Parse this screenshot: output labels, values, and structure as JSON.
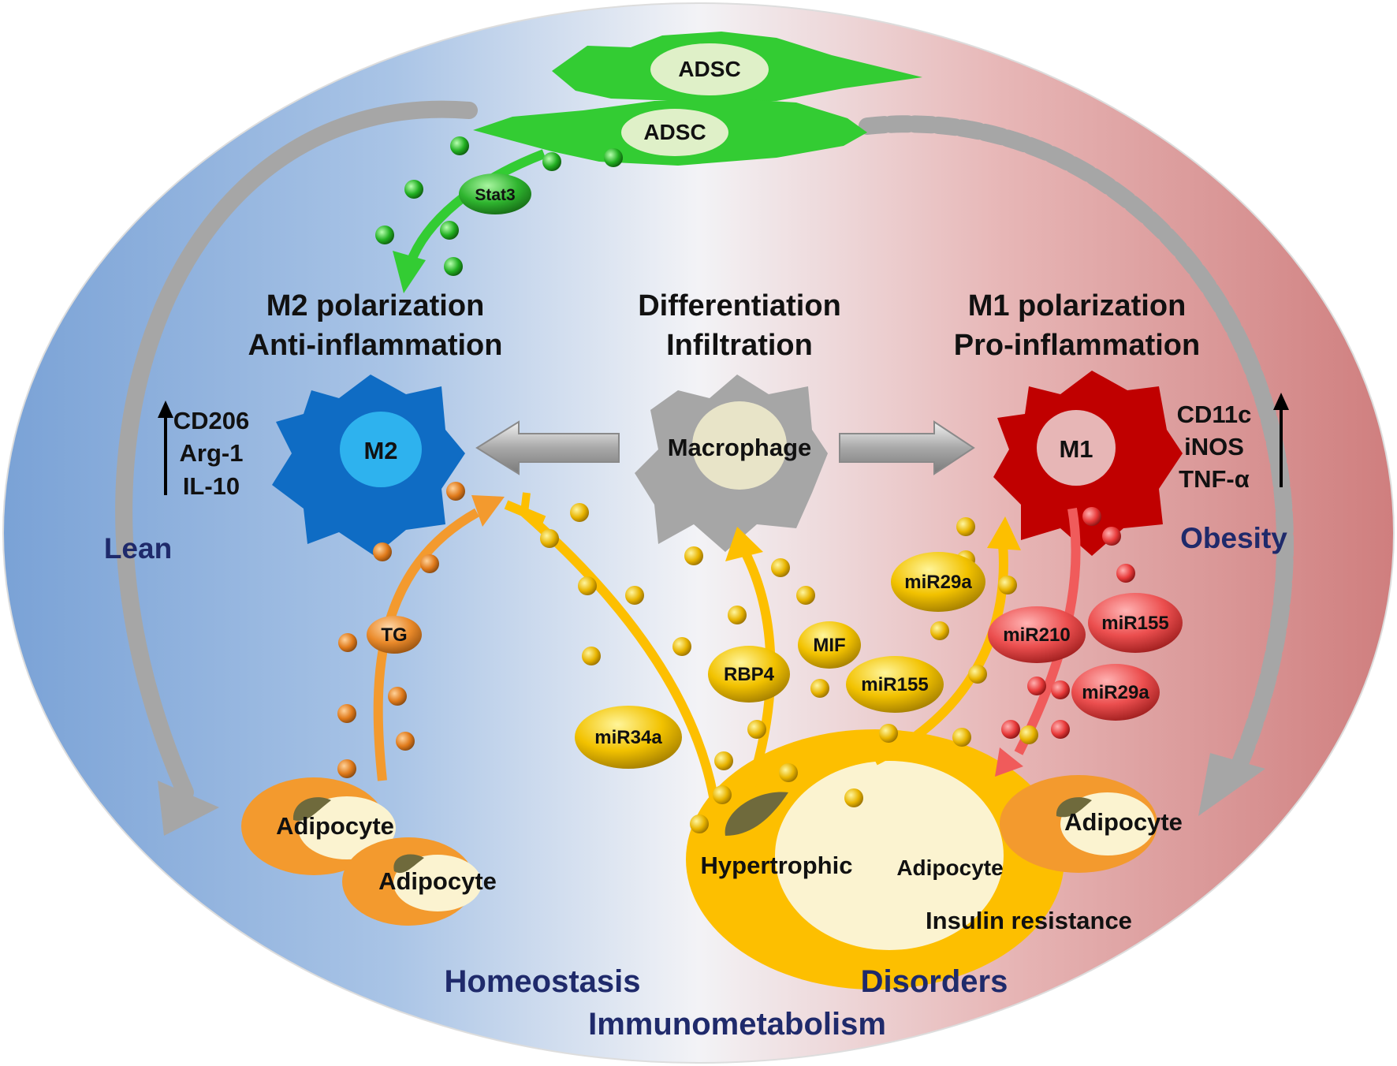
{
  "adsc": {
    "top": "ADSC",
    "bottom": "ADSC",
    "signal": "Stat3"
  },
  "m2": {
    "heading_line1": "M2 polarization",
    "heading_line2": "Anti-inflammation",
    "cell_label": "M2",
    "markers": [
      "CD206",
      "Arg-1",
      "IL-10"
    ],
    "state": "Lean"
  },
  "macrophage": {
    "heading_line1": "Differentiation",
    "heading_line2": "Infiltration",
    "cell_label": "Macrophage"
  },
  "m1": {
    "heading_line1": "M1 polarization",
    "heading_line2": "Pro-inflammation",
    "cell_label": "M1",
    "markers": [
      "CD11c",
      "iNOS",
      "TNF-α"
    ],
    "state": "Obesity"
  },
  "lean_side": {
    "adipocyte_1": "Adipocyte",
    "adipocyte_2": "Adipocyte",
    "signal": "TG"
  },
  "obese_side": {
    "hypertrophic_label": "Hypertrophic",
    "hypertrophic_label_2": "Adipocyte",
    "insulin_resistance": "Insulin resistance",
    "adipocyte": "Adipocyte"
  },
  "secreted": {
    "mir34a": "miR34a",
    "rbp4": "RBP4",
    "mif": "MIF",
    "mir155_yellow": "miR155",
    "mir29a_yellow": "miR29a",
    "mir210": "miR210",
    "mir155_red": "miR155",
    "mir29a_red": "miR29a"
  },
  "bottom": {
    "homeostasis": "Homeostasis",
    "disorders": "Disorders",
    "immunometabolism": "Immunometabolism"
  },
  "colors": {
    "lean_blue": "#7fa5d8",
    "obese_red": "#d48787",
    "adsc_green": "#33cc33",
    "m2_blue": "#0f6cc4",
    "m1_red": "#c00000",
    "macrophage_grey": "#a6a6a6",
    "adipocyte_orange": "#f39a2e",
    "hypertrophic_yellow": "#fdbf00",
    "mirna_red": "#f05b5b",
    "text_navy": "#1f2a6b"
  }
}
